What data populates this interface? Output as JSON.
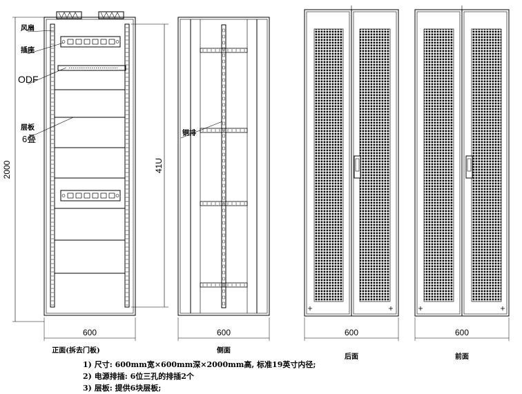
{
  "callouts": {
    "fan": "风扇",
    "socket": "插座",
    "odf": "ODF",
    "shelf": "层板",
    "shelf_count": "6叠",
    "copper_bar": "铜排"
  },
  "dimensions": {
    "height": "2000",
    "rack_units": "41U",
    "width_front": "600",
    "width_side": "600",
    "width_back": "600",
    "width_front_door": "600"
  },
  "views": {
    "front": "正面(拆去门板)",
    "side": "侧面",
    "back": "后面",
    "front_door": "前面"
  },
  "notes": [
    "1)  尺寸:  600mm宽×600mm深×2000mm高, 标准19英寸内径;",
    "2)  电源排插:  6位三孔的排插2个",
    "3)  层板:  提供6块层板;"
  ]
}
